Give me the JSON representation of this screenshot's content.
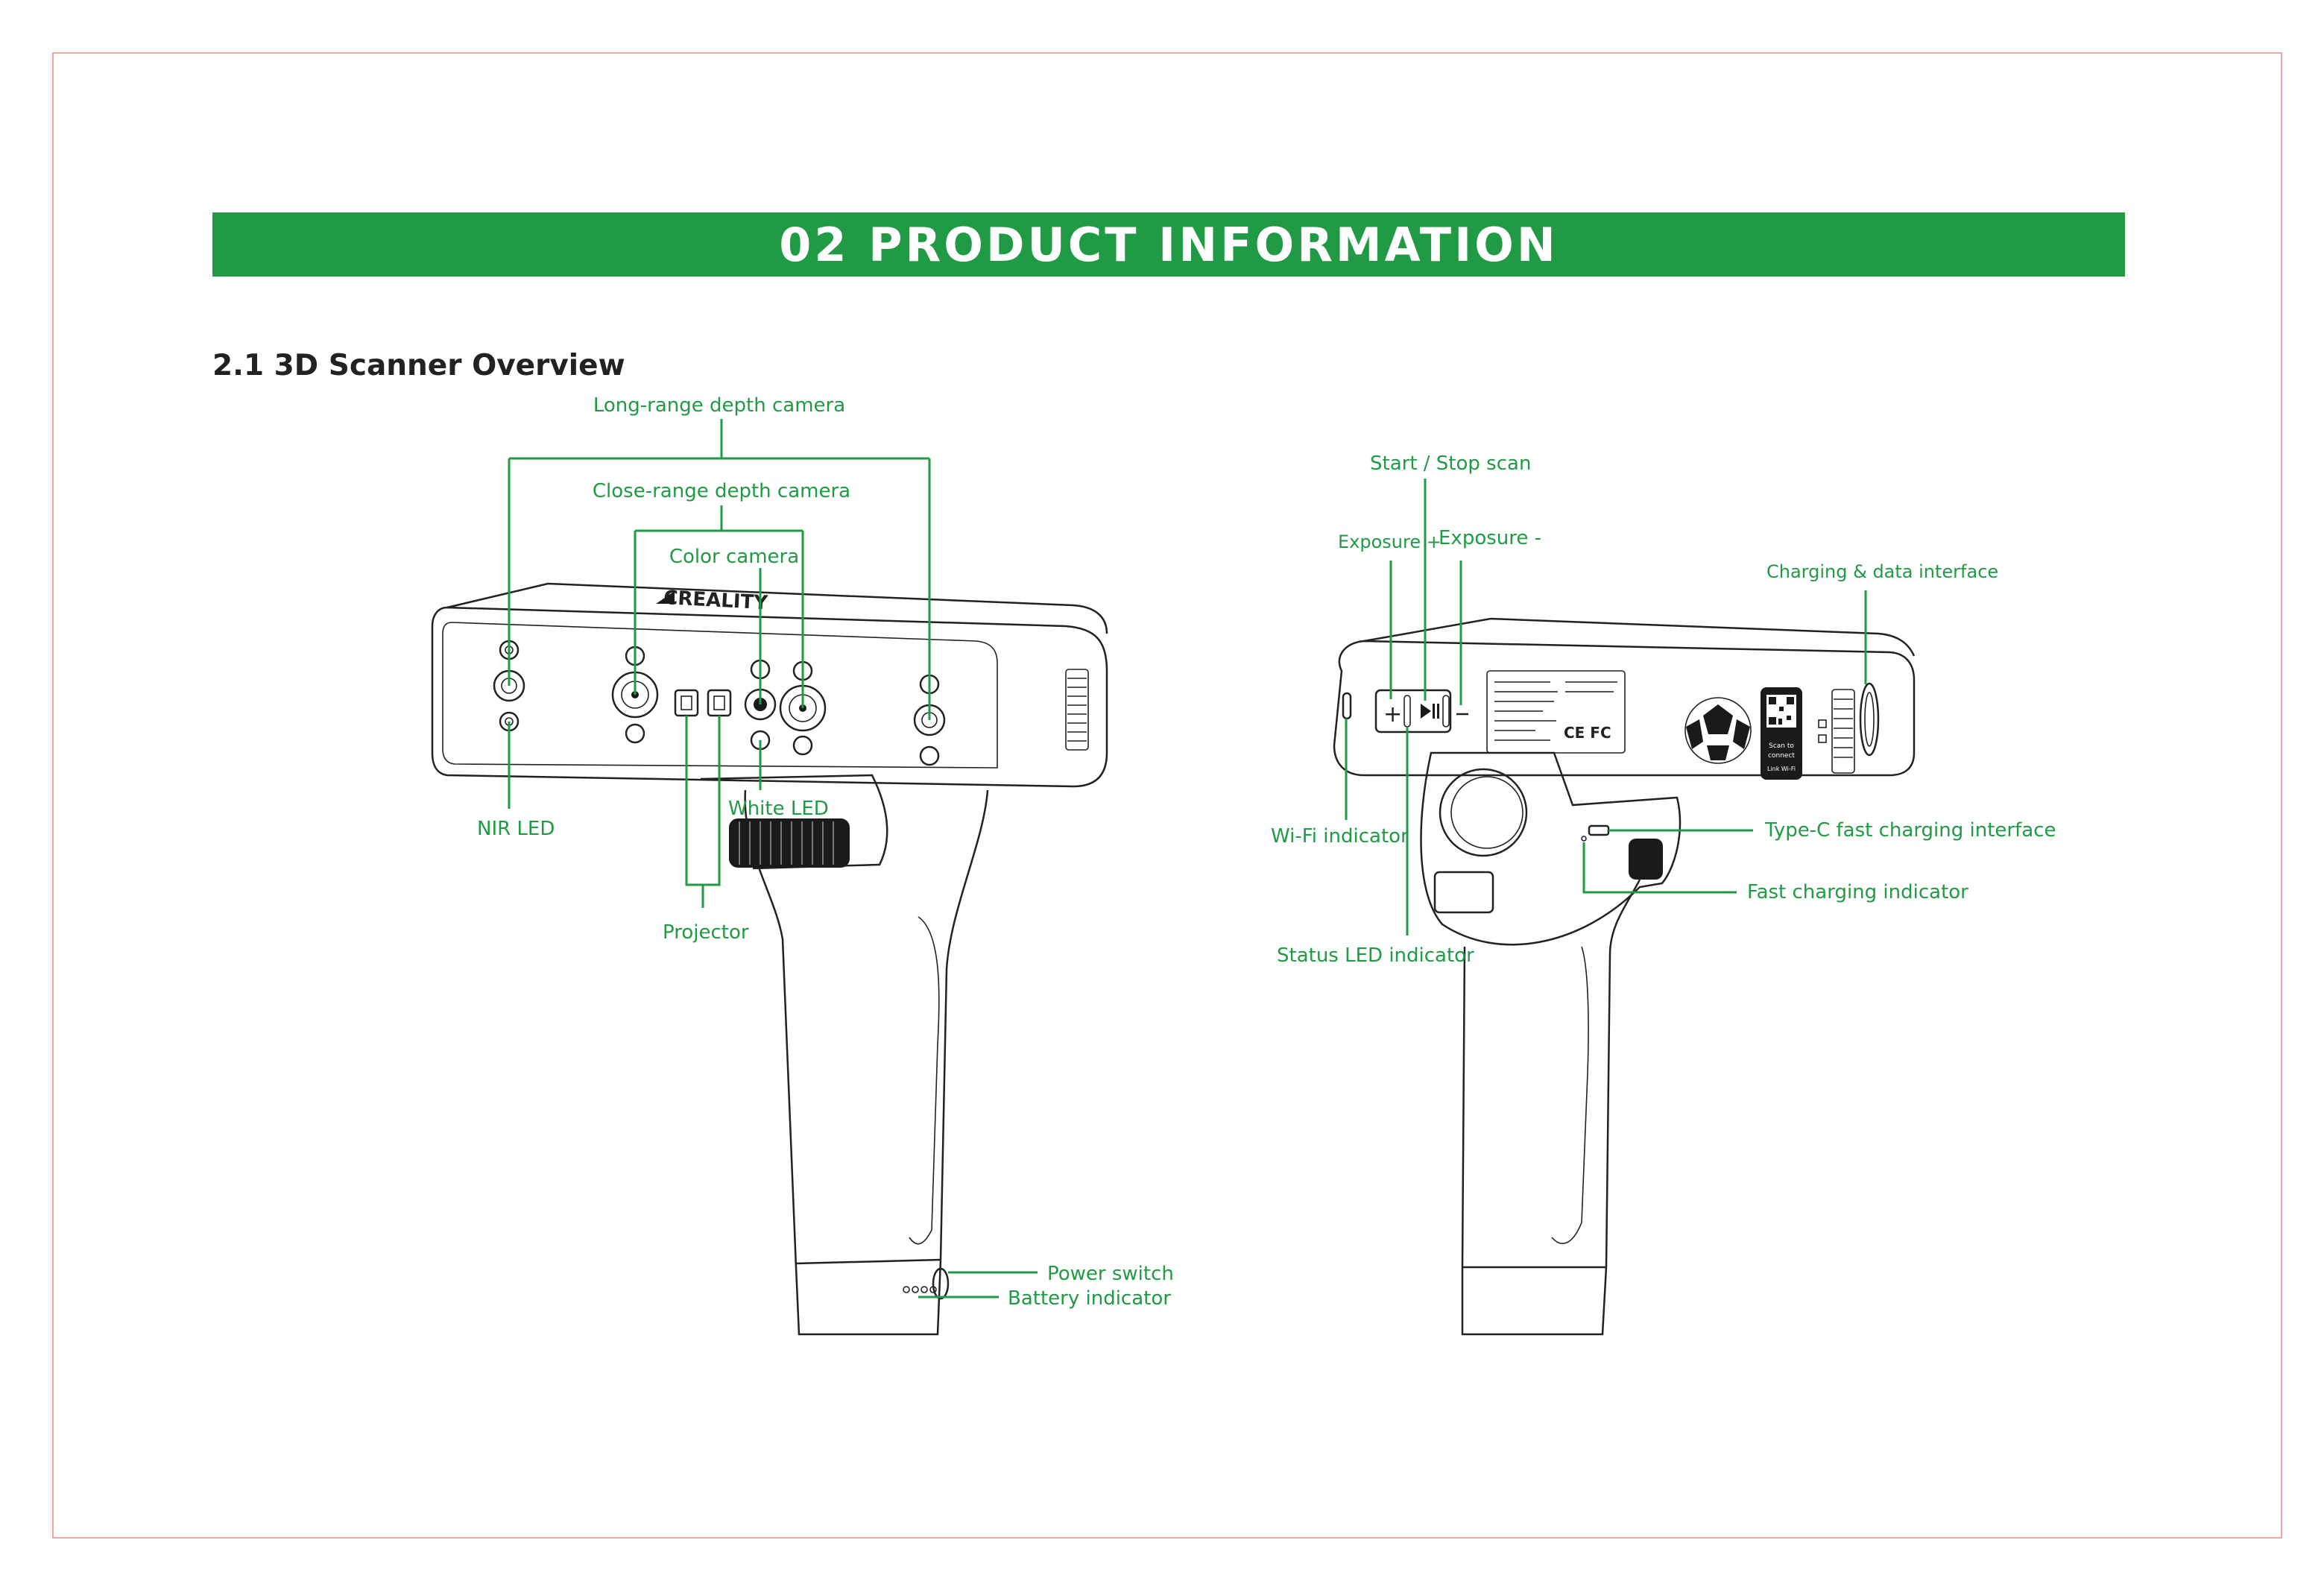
{
  "page": {
    "banner_title": "02 PRODUCT INFORMATION",
    "section_title": "2.1 3D Scanner Overview"
  },
  "front_view": {
    "logo_text": "CREALITY",
    "labels": {
      "long_range_depth_camera": "Long-range depth camera",
      "close_range_depth_camera": "Close-range depth camera",
      "color_camera": "Color camera",
      "nir_led": "NIR LED",
      "white_led": "White LED",
      "projector": "Projector",
      "power_switch": "Power switch",
      "battery_indicator": "Battery indicator"
    }
  },
  "back_view": {
    "labels": {
      "start_stop_scan": "Start / Stop scan",
      "exposure_plus": "Exposure +",
      "exposure_minus": "Exposure -",
      "charging_data_interface": "Charging & data interface",
      "wifi_indicator": "Wi-Fi indicator",
      "type_c_fast_charging_interface": "Type-C fast charging interface",
      "fast_charging_indicator": "Fast charging indicator",
      "status_led_indicator": "Status LED indicator"
    },
    "qr_sticker_lines": [
      "Scan to",
      "connect",
      "Link Wi-Fi"
    ]
  },
  "colors": {
    "accent": "#209a45",
    "frame": "#f2a3a3",
    "ink": "#222222"
  }
}
